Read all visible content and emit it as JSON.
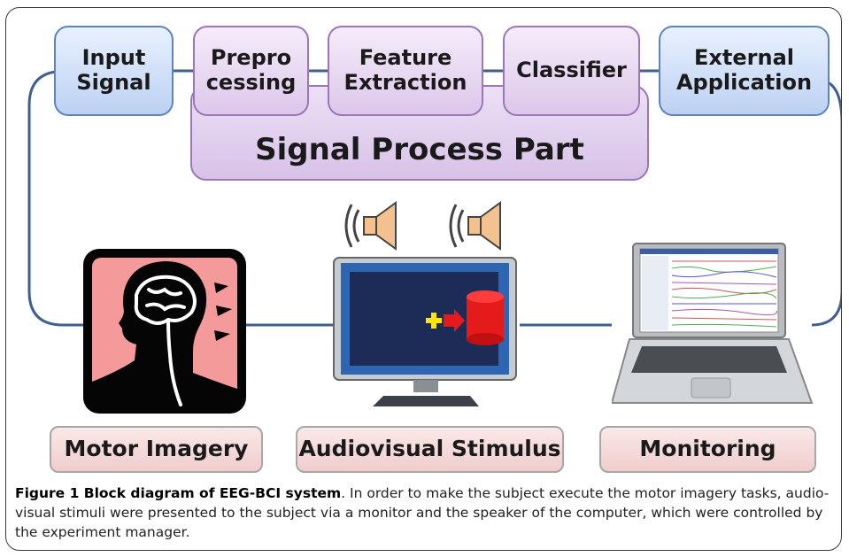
{
  "top_row": {
    "input": [
      "Input",
      "Signal"
    ],
    "preprocessing": [
      "Prepro",
      "cessing"
    ],
    "feature": [
      "Feature",
      "Extraction"
    ],
    "classifier": "Classifier",
    "external": [
      "External",
      "Application"
    ]
  },
  "signal_process_label": "Signal Process Part",
  "bottom_row": {
    "motor": "Motor Imagery",
    "stimulus": "Audiovisual Stimulus",
    "monitoring": "Monitoring"
  },
  "caption": {
    "title": "Figure 1 Block diagram of EEG-BCI system",
    "body": ". In order to make the subject execute the motor imagery tasks, audio-visual stimuli were presented to the subject via a monitor and the speaker of the computer, which were controlled by the experiment manager."
  },
  "colors": {
    "line": "#3f5f94",
    "blue_box": "#bcd1f2",
    "purple_box": "#dcc7ea",
    "pink_box": "#f0cdcd",
    "head": "#f49a9a"
  }
}
